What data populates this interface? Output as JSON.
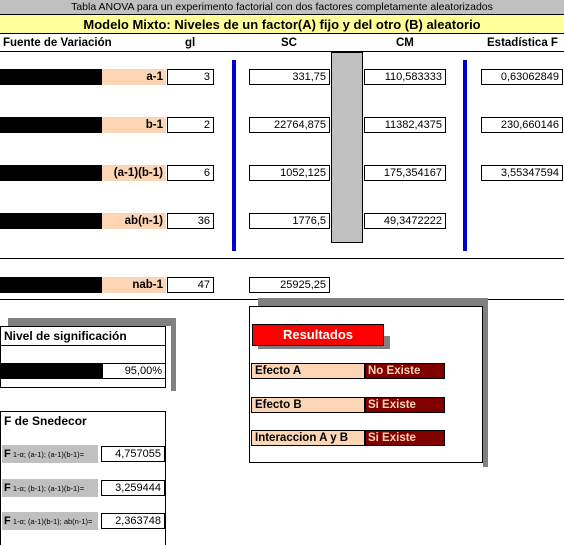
{
  "header": {
    "banner_top": "Tabla ANOVA para un experimento factorial con dos factores completamente aleatorizados",
    "banner_title": "Modelo  Mixto: Niveles de un factor(A)  fijo y del otro (B) aleatorio"
  },
  "columns": {
    "fuente": "Fuente de Variación",
    "gl": "gl",
    "sc": "SC",
    "cm": "CM",
    "f": "Estadística F"
  },
  "rows": [
    {
      "label": "a-1",
      "gl": "3",
      "sc": "331,75",
      "cm": "110,583333",
      "f": "0,63062849"
    },
    {
      "label": "b-1",
      "gl": "2",
      "sc": "22764,875",
      "cm": "11382,4375",
      "f": "230,660146"
    },
    {
      "label": "(a-1)(b-1)",
      "gl": "6",
      "sc": "1052,125",
      "cm": "175,354167",
      "f": "3,55347594"
    },
    {
      "label": "ab(n-1)",
      "gl": "36",
      "sc": "1776,5",
      "cm": "49,3472222",
      "f": ""
    }
  ],
  "total": {
    "label": "nab-1",
    "gl": "47",
    "sc": "25925,25"
  },
  "significance": {
    "title": "Nivel de significación",
    "value": "95,00%"
  },
  "snedecor": {
    "title": "F de Snedecor",
    "items": [
      {
        "sub": "1-α; (a-1); (a-1)(b-1)",
        "eq": "=",
        "value": "4,757055"
      },
      {
        "sub": "1-α; (b-1); (a-1)(b-1)",
        "eq": "=",
        "value": "3,259444"
      },
      {
        "sub": "1-α; (a-1)(b-1); ab(n-1)",
        "eq": "=",
        "value": "2,363748"
      }
    ]
  },
  "results": {
    "button": "Resultados",
    "items": [
      {
        "label": "Efecto A",
        "value": "No Existe"
      },
      {
        "label": "Efecto B",
        "value": "Si Existe"
      },
      {
        "label": "Interaccion A y B",
        "value": "Si Existe"
      }
    ]
  },
  "colors": {
    "accent_blue": "#0000cc",
    "peach": "#fcd5b4",
    "result_red": "#ff0000",
    "dark_red": "#800000",
    "yellow": "#ffff99"
  }
}
